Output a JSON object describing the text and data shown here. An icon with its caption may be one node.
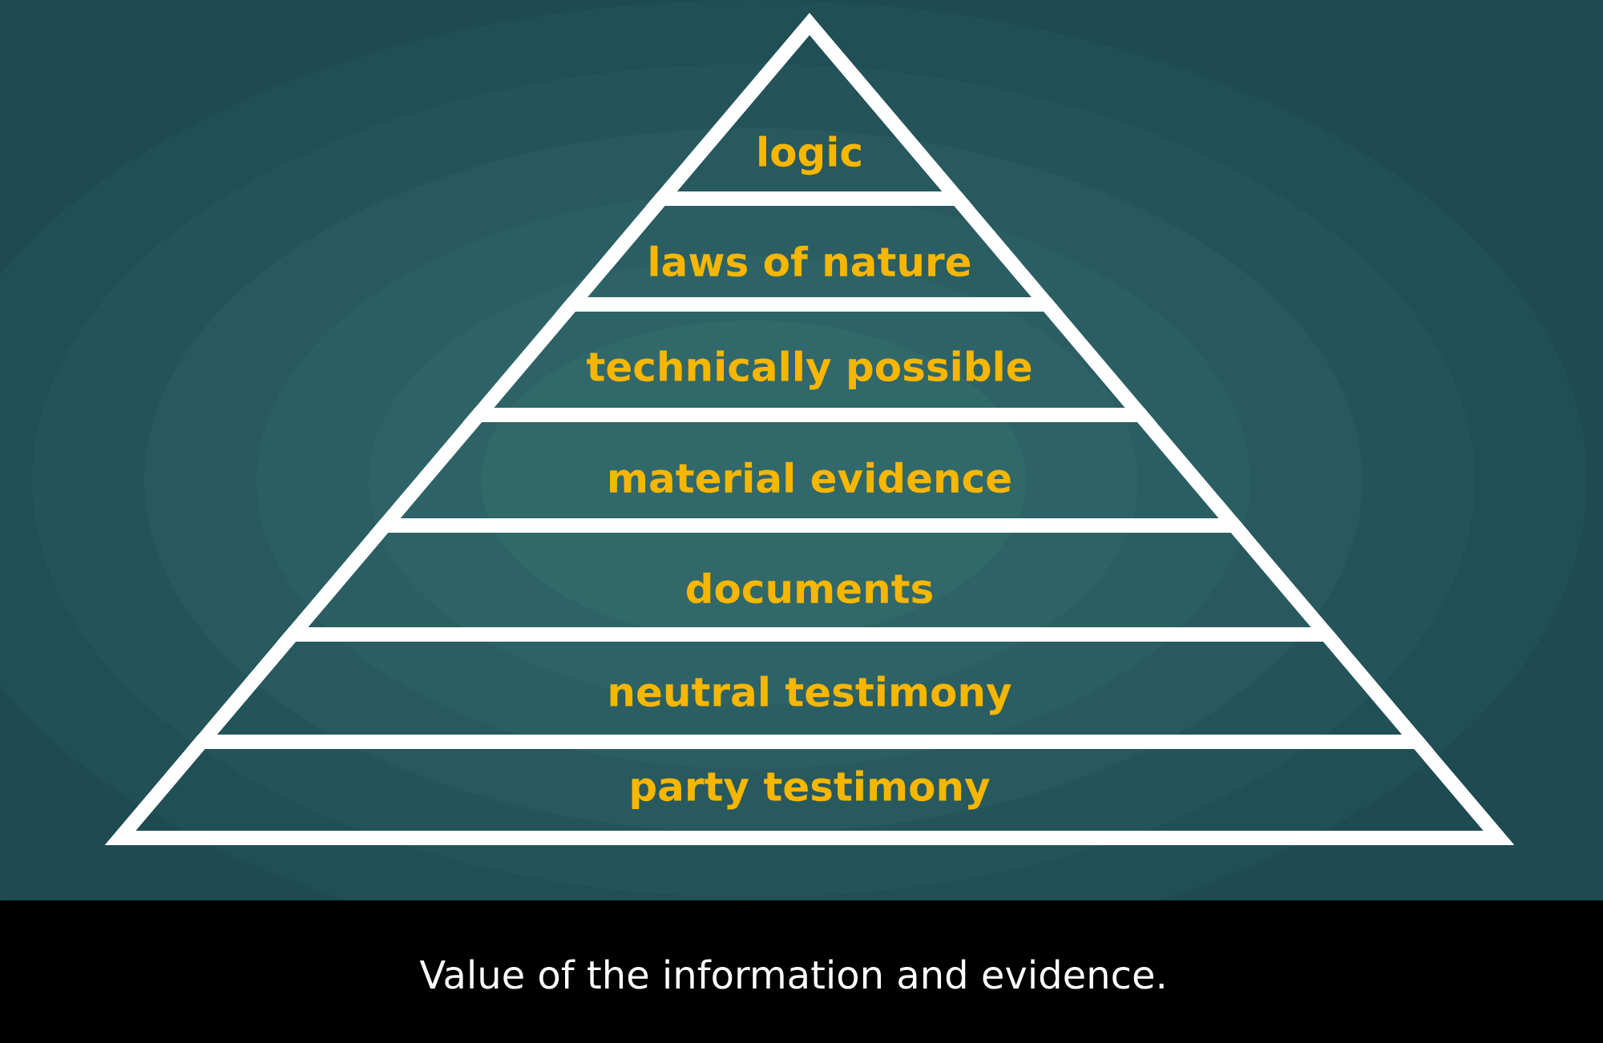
{
  "diagram": {
    "caption": "Value of the information and evidence.",
    "nodes": [
      {
        "text": [
          "logic"
        ]
      },
      {
        "text": [
          "laws of nature"
        ]
      },
      {
        "text": [
          "technically possible"
        ]
      },
      {
        "text": [
          "material evidence"
        ]
      },
      {
        "text": [
          "documents"
        ]
      },
      {
        "text": [
          "neutral testimony"
        ]
      },
      {
        "text": [
          "party testimony"
        ]
      }
    ]
  }
}
